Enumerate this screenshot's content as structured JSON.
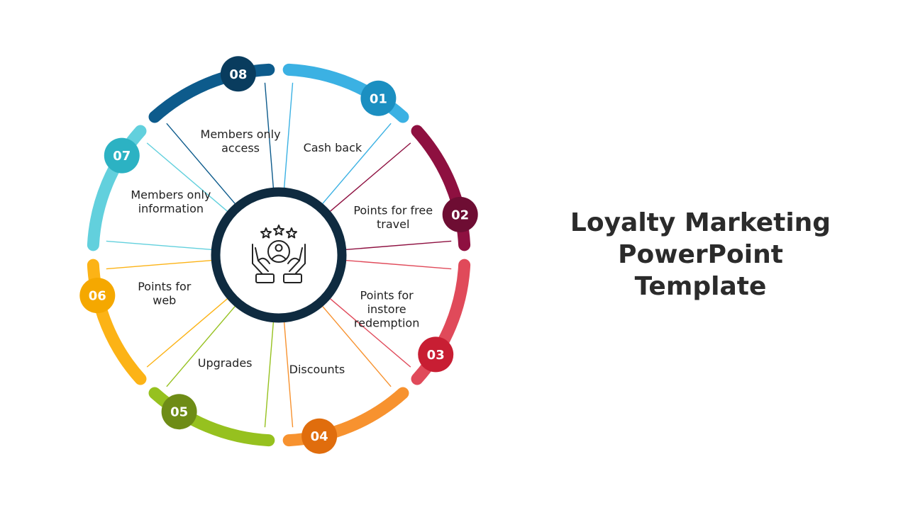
{
  "title": {
    "lines": [
      "Loyalty Marketing",
      "PowerPoint",
      "Template"
    ]
  },
  "center": {
    "icon": "loyalty-hands-stars-icon",
    "ring_color": "#0f2b40"
  },
  "segments": [
    {
      "number": "01",
      "label_lines": [
        "Cash back"
      ],
      "color": "#3bb1e3",
      "badge_color": "#1b8fc1"
    },
    {
      "number": "02",
      "label_lines": [
        "Points for free",
        "travel"
      ],
      "color": "#8e1040",
      "badge_color": "#6e0d33"
    },
    {
      "number": "03",
      "label_lines": [
        "Points for",
        "instore",
        "redemption"
      ],
      "color": "#e04a5a",
      "badge_color": "#c81e33"
    },
    {
      "number": "04",
      "label_lines": [
        "Discounts"
      ],
      "color": "#f7922f",
      "badge_color": "#e06d0d"
    },
    {
      "number": "05",
      "label_lines": [
        "Upgrades"
      ],
      "color": "#96c11f",
      "badge_color": "#6e8c16"
    },
    {
      "number": "06",
      "label_lines": [
        "Points for",
        "web"
      ],
      "color": "#fcb316",
      "badge_color": "#f5a800"
    },
    {
      "number": "07",
      "label_lines": [
        "Members only",
        "information"
      ],
      "color": "#62d0dd",
      "badge_color": "#2cb2c3"
    },
    {
      "number": "08",
      "label_lines": [
        "Members only",
        "access"
      ],
      "color": "#0d5b8c",
      "badge_color": "#093c5e"
    }
  ]
}
